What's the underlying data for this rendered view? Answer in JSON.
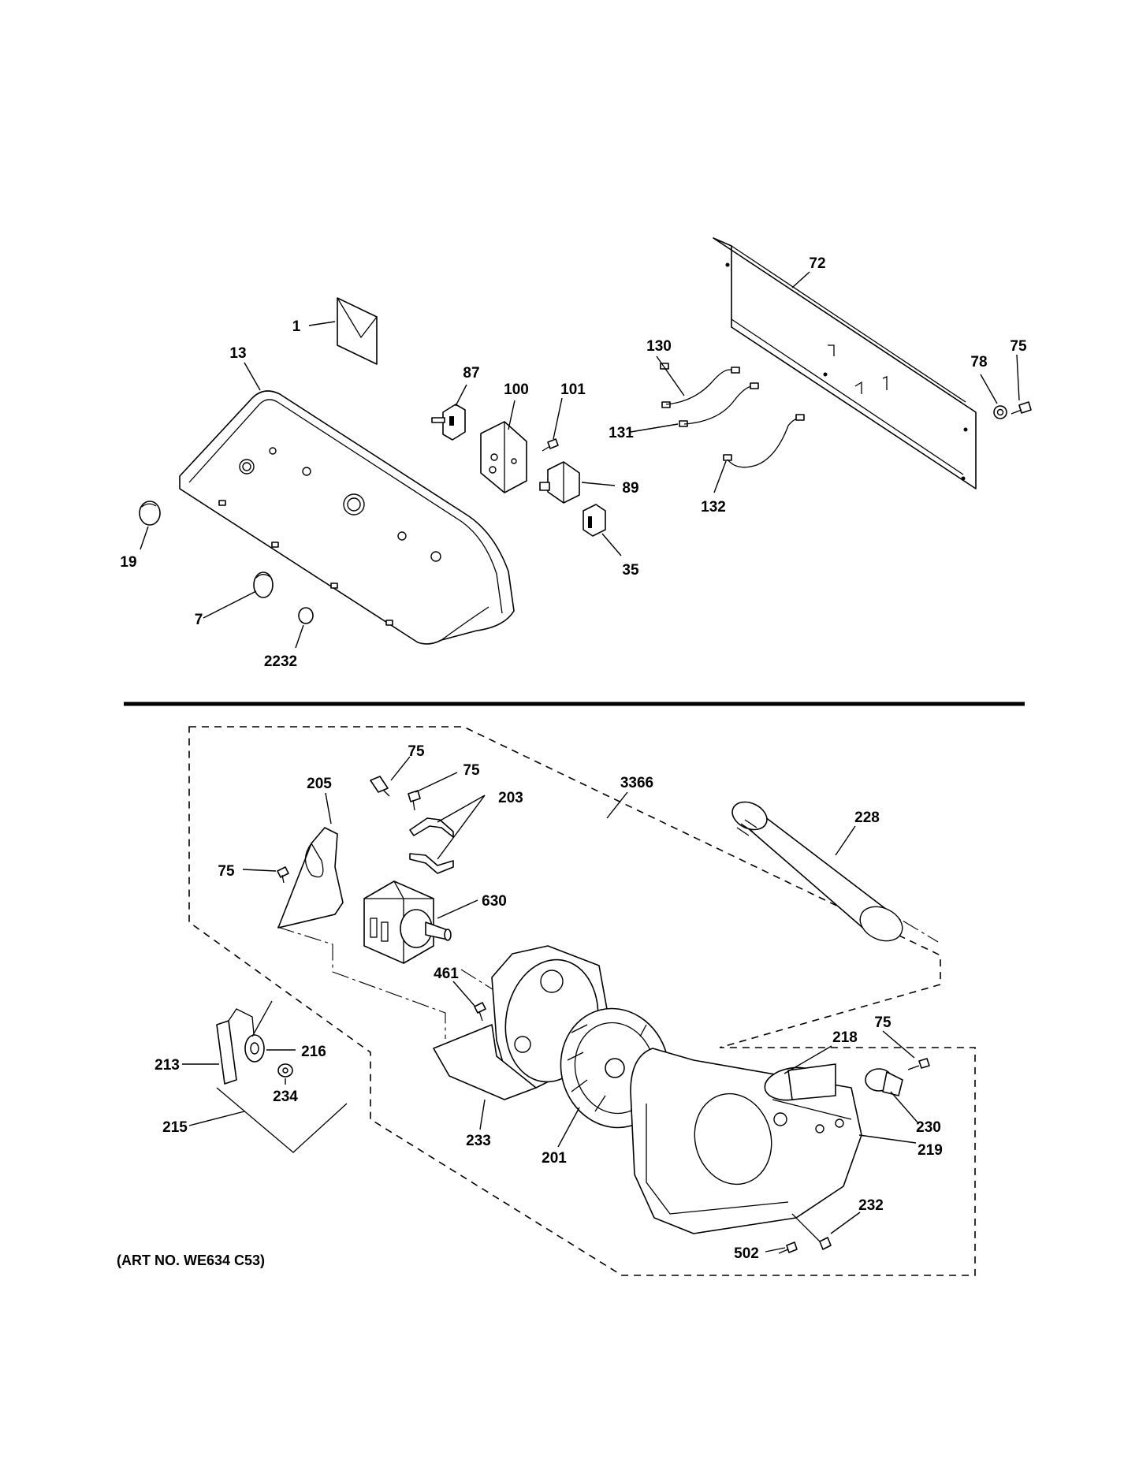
{
  "art_number": "(ART NO. WE634 C53)",
  "callouts": [
    {
      "id": "c1",
      "label": "1"
    },
    {
      "id": "c13",
      "label": "13"
    },
    {
      "id": "c19",
      "label": "19"
    },
    {
      "id": "c7",
      "label": "7"
    },
    {
      "id": "c2232",
      "label": "2232"
    },
    {
      "id": "c87",
      "label": "87"
    },
    {
      "id": "c100",
      "label": "100"
    },
    {
      "id": "c101",
      "label": "101"
    },
    {
      "id": "c89",
      "label": "89"
    },
    {
      "id": "c35",
      "label": "35"
    },
    {
      "id": "c72",
      "label": "72"
    },
    {
      "id": "c130",
      "label": "130"
    },
    {
      "id": "c131",
      "label": "131"
    },
    {
      "id": "c132",
      "label": "132"
    },
    {
      "id": "c78",
      "label": "78"
    },
    {
      "id": "c75a",
      "label": "75"
    },
    {
      "id": "c75b",
      "label": "75"
    },
    {
      "id": "c75c",
      "label": "75"
    },
    {
      "id": "c205",
      "label": "205"
    },
    {
      "id": "c203",
      "label": "203"
    },
    {
      "id": "c3366",
      "label": "3366"
    },
    {
      "id": "c228",
      "label": "228"
    },
    {
      "id": "c75d",
      "label": "75"
    },
    {
      "id": "c630",
      "label": "630"
    },
    {
      "id": "c461",
      "label": "461"
    },
    {
      "id": "c75e",
      "label": "75"
    },
    {
      "id": "c213",
      "label": "213"
    },
    {
      "id": "c216",
      "label": "216"
    },
    {
      "id": "c234",
      "label": "234"
    },
    {
      "id": "c215",
      "label": "215"
    },
    {
      "id": "c218",
      "label": "218"
    },
    {
      "id": "c230",
      "label": "230"
    },
    {
      "id": "c219",
      "label": "219"
    },
    {
      "id": "c233",
      "label": "233"
    },
    {
      "id": "c201",
      "label": "201"
    },
    {
      "id": "c232",
      "label": "232"
    },
    {
      "id": "c502",
      "label": "502"
    }
  ]
}
